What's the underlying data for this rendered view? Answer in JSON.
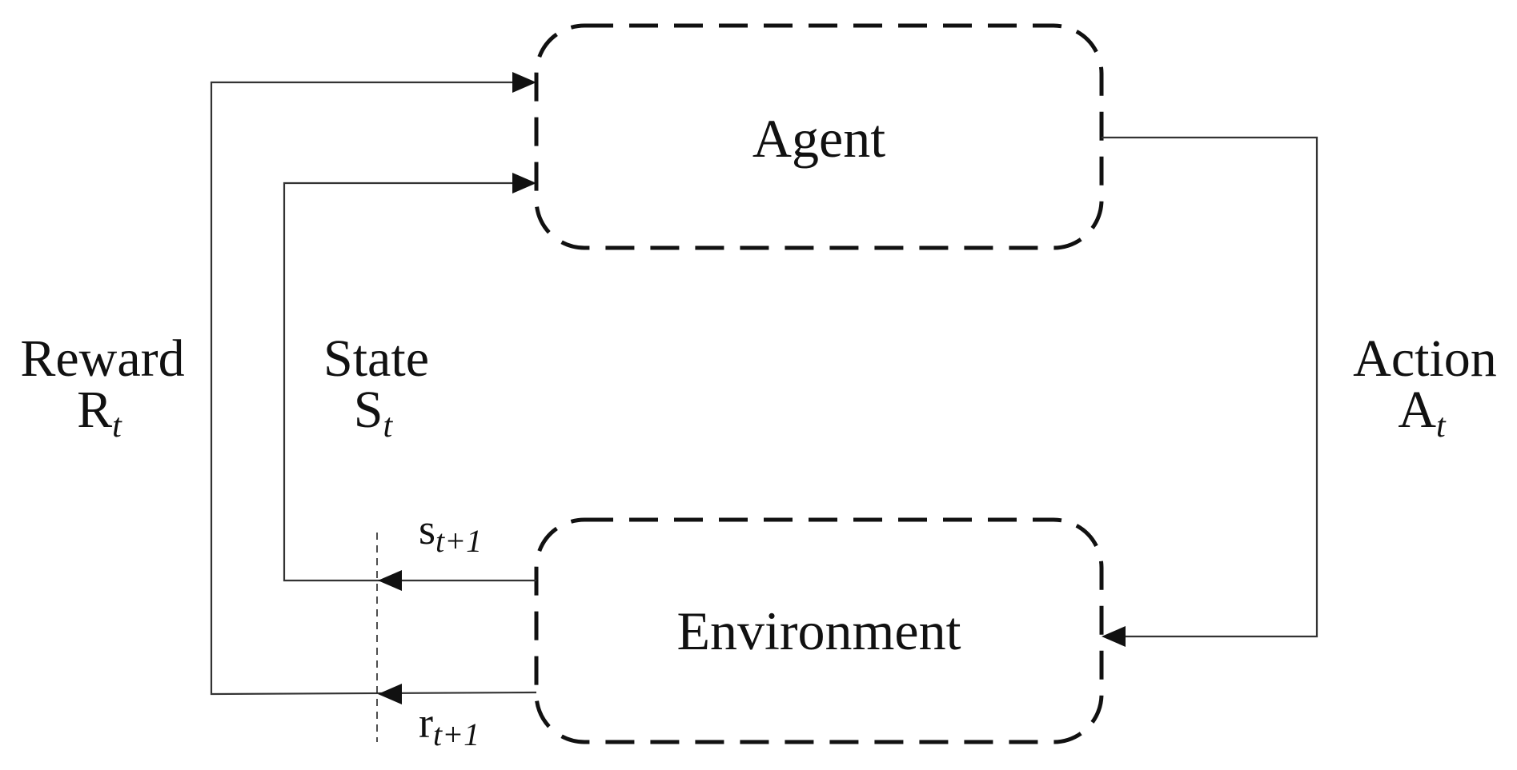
{
  "nodes": {
    "agent": {
      "label": "Agent"
    },
    "environment": {
      "label": "Environment"
    }
  },
  "edges": {
    "reward": {
      "name": "Reward",
      "symbol": "R",
      "subscript": "t"
    },
    "state": {
      "name": "State",
      "symbol": "S",
      "subscript": "t"
    },
    "action": {
      "name": "Action",
      "symbol": "A",
      "subscript": "t"
    },
    "next_state": {
      "symbol": "s",
      "subscript": "t+1"
    },
    "next_reward": {
      "symbol": "r",
      "subscript": "t+1"
    }
  }
}
